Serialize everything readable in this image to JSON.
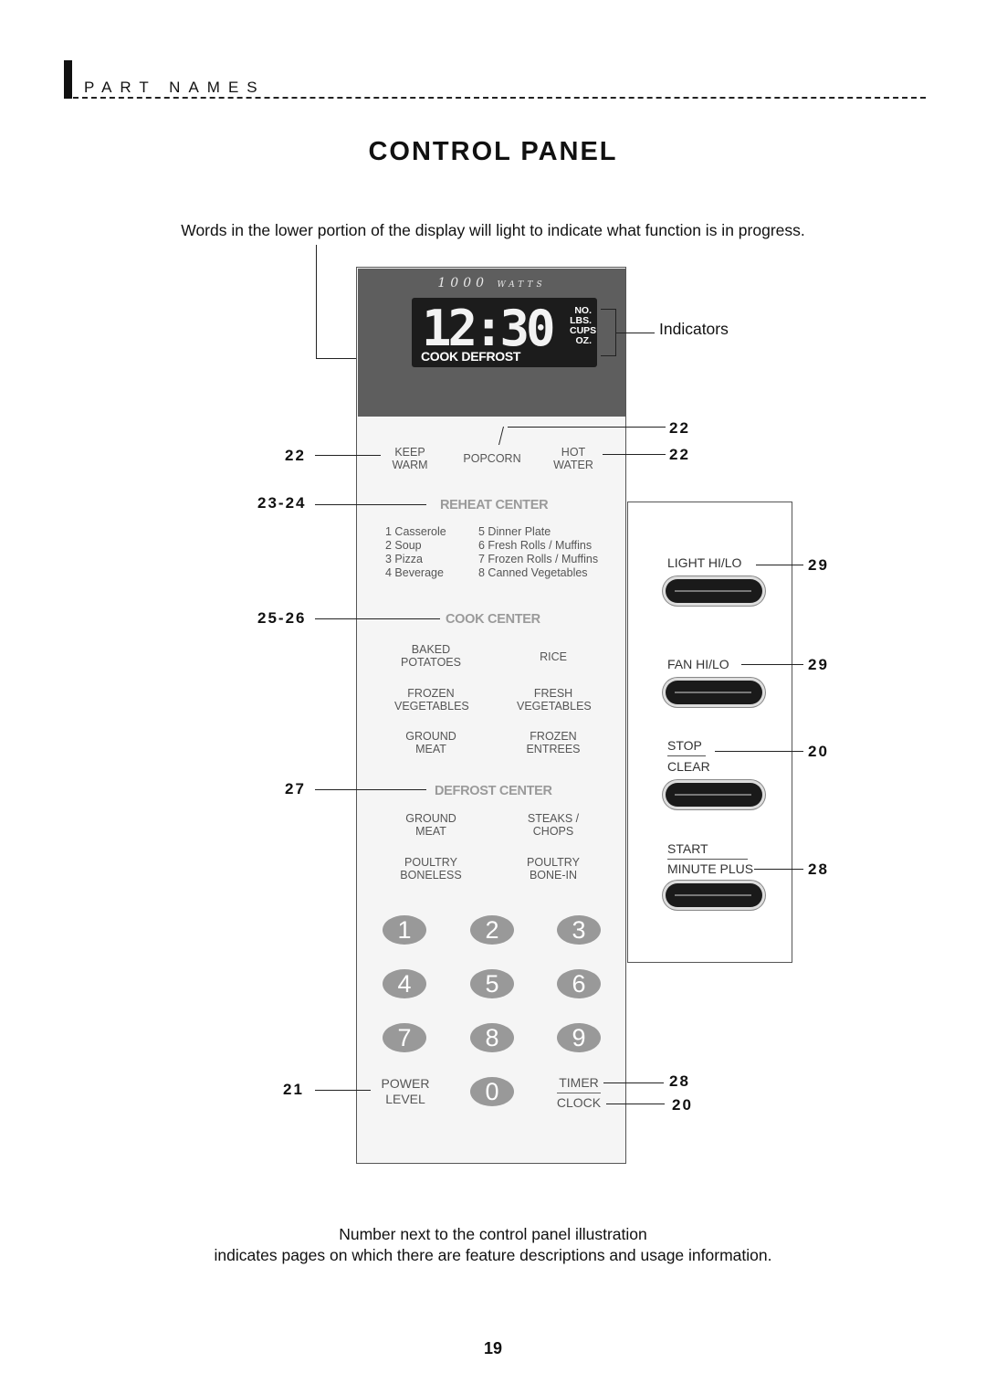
{
  "section": {
    "title": "PART NAMES"
  },
  "title": "CONTROL PANEL",
  "intro": "Words in the lower portion of the display will light to indicate what function is in progress.",
  "indicators_label": "Indicators",
  "panel": {
    "watts": "1000",
    "watts_unit": "WATTS",
    "display_digits": "12:30",
    "indicators": [
      "NO.",
      "LBS.",
      "CUPS",
      "OZ."
    ],
    "status_words": "COOK DEFROST",
    "keep_warm": [
      "KEEP",
      "WARM"
    ],
    "popcorn": "POPCORN",
    "hot_water": [
      "HOT",
      "WATER"
    ],
    "reheat_title": "REHEAT CENTER",
    "reheat_items_left": [
      "1  Casserole",
      "2  Soup",
      "3  Pizza",
      "4  Beverage"
    ],
    "reheat_items_right": [
      "5  Dinner Plate",
      "6  Fresh Rolls / Muffins",
      "7  Frozen Rolls / Muffins",
      "8  Canned Vegetables"
    ],
    "cook_title": "COOK CENTER",
    "cook_buttons": [
      [
        "BAKED",
        "POTATOES"
      ],
      [
        "RICE",
        ""
      ],
      [
        "FROZEN",
        "VEGETABLES"
      ],
      [
        "FRESH",
        "VEGETABLES"
      ],
      [
        "GROUND",
        "MEAT"
      ],
      [
        "FROZEN",
        "ENTREES"
      ]
    ],
    "defrost_title": "DEFROST CENTER",
    "defrost_buttons": [
      [
        "GROUND",
        "MEAT"
      ],
      [
        "STEAKS /",
        "CHOPS"
      ],
      [
        "POULTRY",
        "BONELESS"
      ],
      [
        "POULTRY",
        "BONE-IN"
      ]
    ],
    "number_keys": [
      "1",
      "2",
      "3",
      "4",
      "5",
      "6",
      "7",
      "8",
      "9",
      "0"
    ],
    "power_level": [
      "POWER",
      "LEVEL"
    ],
    "timer": "TIMER",
    "clock": "CLOCK"
  },
  "side_panel": {
    "light": "LIGHT  HI/LO",
    "fan": "FAN  HI/LO",
    "stop": "STOP",
    "clear": "CLEAR",
    "start": "START",
    "minute_plus": "MINUTE PLUS"
  },
  "callouts": {
    "popcorn": "22",
    "keep_warm": "22",
    "hot_water": "22",
    "reheat": "23-24",
    "cook": "25-26",
    "defrost": "27",
    "power_level": "21",
    "timer": "28",
    "clock": "20",
    "light": "29",
    "fan": "29",
    "stop_clear": "20",
    "start": "28"
  },
  "footer": {
    "line1": "Number next to the control panel illustration",
    "line2": "indicates pages on which there are feature descriptions and usage information."
  },
  "page_number": "19"
}
